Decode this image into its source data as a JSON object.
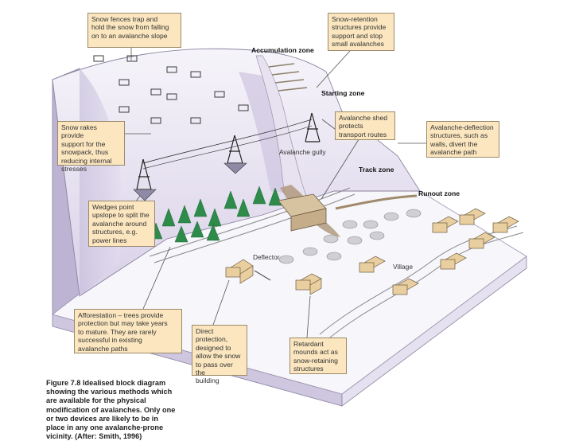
{
  "diagram": {
    "title": "Idealised block diagram showing the various methods which are available for the physical modification of avalanches",
    "callouts": {
      "snow_fences": "Snow fences trap and\nhold the snow from falling\non to an avalanche slope",
      "snow_retention": "Snow-retention\nstructures provide\nsupport and stop\nsmall avalanches",
      "snow_rakes": "Snow rakes provide\nsupport for the\nsnowpack, thus\nreducing internal\nstresses",
      "avalanche_shed": "Avalanche shed\nprotects\ntransport routes",
      "deflection": "Avalanche-deflection\nstructures, such as\nwalls, divert the\navalanche path",
      "wedges": "Wedges point\nupslope to split the\navalanche around\nstructures, e.g.\npower lines",
      "afforestation": "Afforestation – trees provide\nprotection but may take years\nto mature. They are rarely\nsuccessful in existing\navalanche paths",
      "direct_protection": "Direct\nprotection,\ndesigned to\nallow the snow\nto pass over the\nbuilding",
      "retardant": "Retardant\nmounds act as\nsnow-retaining\nstructures"
    },
    "zones": {
      "accumulation": "Accumulation zone",
      "starting": "Starting zone",
      "track": "Track zone",
      "runout": "Runout zone"
    },
    "labels": {
      "gully": "Avalanche gully",
      "deflector": "Deflector",
      "village": "Village"
    },
    "caption": "Figure 7.8  Idealised block diagram\nshowing the various methods which\nare available for the physical\nmodification of avalanches. Only one\nor two devices are likely to be in\nplace in any one avalanche-prone\nvicinity. (After: Smith, 1996)",
    "colors": {
      "callout_fill": "#fbe6bf",
      "mountain_shade": "#ddd6ea",
      "trees": "#2e8b4a",
      "houses": "#e9cfa0",
      "debris": "#b09a7e"
    }
  }
}
